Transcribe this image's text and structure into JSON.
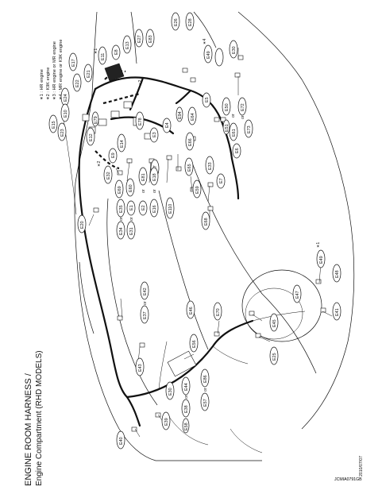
{
  "title_line1": "ENGINE ROOM HARNESS /",
  "title_line2": "Engine Compartment (RHD MODELS)",
  "notes": [
    "∗1 : HR engine",
    "∗2 : K9K engine",
    "∗3 : HR engine or MR engine",
    "∗4 : MR engine or K9K engine"
  ],
  "date_code": "2010/07/07",
  "figure_code": "JCMIA0791GB",
  "or_text": "or",
  "connectors": {
    "E1": "E1",
    "E2": "E2",
    "E3": "E3",
    "E4": "E4",
    "E5": "E5",
    "E6": "E6",
    "E7": "E7",
    "E8": "E8",
    "E9": "E9",
    "E10": "E10",
    "E11": "E11",
    "E12": "E12",
    "E13": "E13",
    "E14": "E14",
    "E15": "E15",
    "E16": "E16",
    "E17": "E17",
    "E18": "E18",
    "E20": "E20",
    "E21": "E21",
    "E22": "E22",
    "E23": "E23",
    "E24": "E24",
    "E25": "E25",
    "E26": "E26",
    "E27": "E27",
    "E28": "E28",
    "E30": "E30",
    "E31": "E31",
    "E32": "E32",
    "E33": "E33",
    "E34": "E34",
    "E35": "E35",
    "E37": "E37",
    "E38": "E38",
    "E39": "E39",
    "E40": "E40",
    "E41": "E41",
    "E42": "E42",
    "E43": "E43",
    "E44": "E44",
    "E45": "E45",
    "E46": "E46",
    "E47": "E47",
    "E48": "E48",
    "E49": "E49",
    "E50": "E50",
    "E51": "E51",
    "E56": "E56",
    "E57": "E57",
    "E58": "E58",
    "E59": "E59",
    "E60": "E60",
    "E61": "E61",
    "E64": "E64",
    "E65": "E65",
    "E66": "E66",
    "E67": "E67",
    "E68": "E68",
    "E69": "E69",
    "E70": "E70",
    "E72": "E72",
    "E73": "E73",
    "E78": "E78",
    "E79": "E79",
    "E81": "E81",
    "E83": "E83",
    "E86": "E86",
    "E94": "E94",
    "E110": "E110"
  },
  "markers": {
    "m1": "∗1",
    "m2": "∗2",
    "m3": "∗3",
    "m4": "∗4"
  }
}
